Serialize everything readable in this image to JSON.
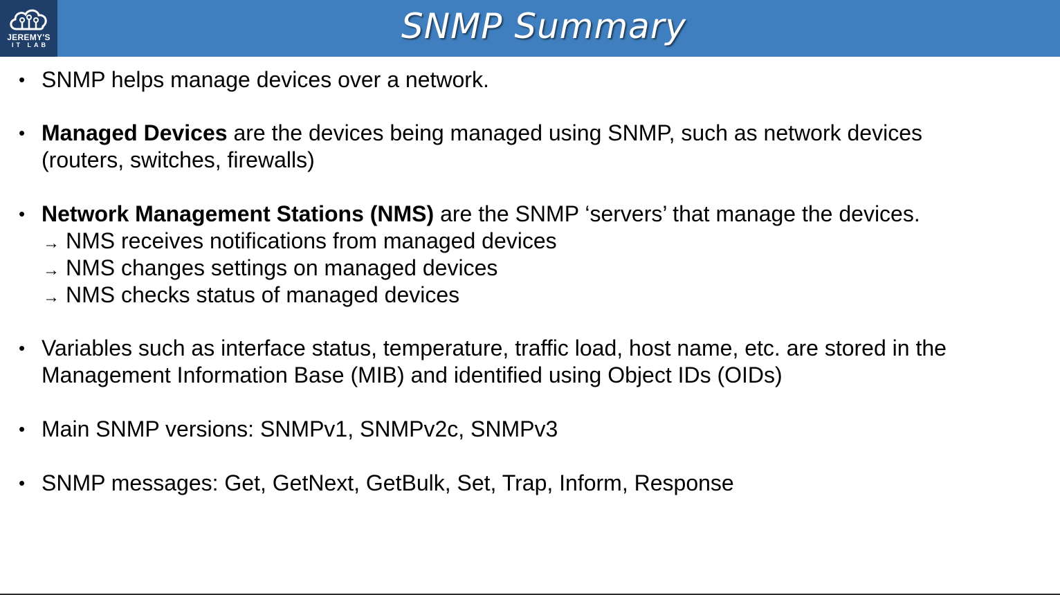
{
  "header": {
    "title": "SNMP Summary",
    "logo_name": "JEREMY'S",
    "logo_sub": "IT LAB",
    "logo_icon": "cloud-circuit-icon",
    "bar_color": "#3f7fbf",
    "logo_bg": "#1f3f6a"
  },
  "bullets": {
    "b1": {
      "text": "SNMP helps manage devices over a network."
    },
    "b2": {
      "bold": "Managed Devices",
      "text_line1": " are the devices being managed using SNMP, such as network devices",
      "text_line2": "(routers, switches, firewalls)"
    },
    "b3": {
      "bold": "Network Management Stations (NMS)",
      "text": " are the SNMP ‘servers’ that manage the devices.",
      "subs": [
        "NMS receives notifications from managed devices",
        "NMS changes settings on managed devices",
        "NMS checks status of managed devices"
      ]
    },
    "b4": {
      "text_line1": "Variables such as interface status, temperature, traffic load, host name, etc. are stored in the",
      "text_line2": "Management Information Base (MIB) and identified using Object IDs (OIDs)"
    },
    "b5": {
      "text": "Main SNMP versions: SNMPv1, SNMPv2c, SNMPv3"
    },
    "b6": {
      "text": "SNMP messages: Get, GetNext, GetBulk, Set, Trap, Inform, Response"
    }
  }
}
